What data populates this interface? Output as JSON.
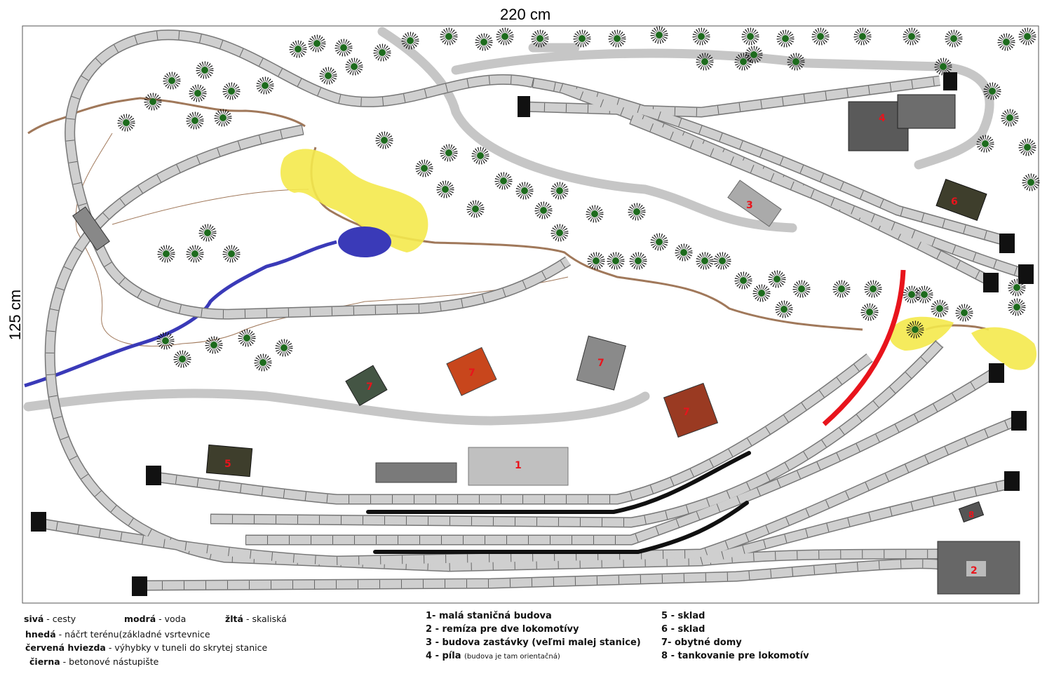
{
  "dimensions": {
    "width": "220 cm",
    "height": "125 cm"
  },
  "colors": {
    "track": "#c8c8c8",
    "road": "#c4c4c4",
    "water": "#3a3ab8",
    "rock": "#f3e84a",
    "terrain": "#a0785a",
    "tunnel_turnouts": "#e8141c",
    "platform": "#111111"
  },
  "buildings": [
    {
      "label": "1"
    },
    {
      "label": "2"
    },
    {
      "label": "3"
    },
    {
      "label": "4"
    },
    {
      "label": "5"
    },
    {
      "label": "6"
    },
    {
      "label": "7"
    },
    {
      "label": "7"
    },
    {
      "label": "7"
    },
    {
      "label": "7"
    },
    {
      "label": "8"
    }
  ],
  "legend_colors": [
    {
      "term": "sivá",
      "sep": " - ",
      "desc": "cesty"
    },
    {
      "term": "modrá",
      "sep": " - ",
      "desc": "voda"
    },
    {
      "term": "žltá",
      "sep": " - ",
      "desc": "skaliská"
    },
    {
      "term": "hnedá",
      "sep": " - ",
      "desc": "náčrt terénu(základné vsrtevnice"
    },
    {
      "term": "červená hviezda",
      "sep": " - ",
      "desc": "výhybky v tuneli do skrytej stanice"
    },
    {
      "term": "čierna",
      "sep": " - ",
      "desc": "betonové nástupište"
    }
  ],
  "legend_buildings": [
    {
      "text": "1- malá staničná budova"
    },
    {
      "text": "2 - remíza pre dve lokomotívy"
    },
    {
      "text": "3 - budova zastávky (veľmi malej stanice)"
    },
    {
      "text": "4 - píla",
      "note": "(budova je tam orientačná)"
    },
    {
      "text": "5 - sklad"
    },
    {
      "text": "6 - sklad"
    },
    {
      "text": "7- obytné domy"
    },
    {
      "text": "8 - tankovanie pre lokomotív"
    }
  ]
}
